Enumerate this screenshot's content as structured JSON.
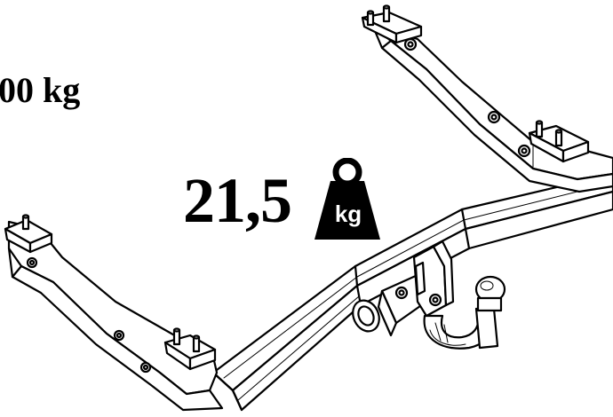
{
  "load": {
    "capacity_text": "00 kg"
  },
  "weight": {
    "value": "21,5",
    "unit": "kg"
  },
  "colors": {
    "ink": "#000000",
    "background": "#ffffff"
  },
  "icons": {
    "weight": "weight-icon",
    "towbar": "towbar-drawing"
  }
}
